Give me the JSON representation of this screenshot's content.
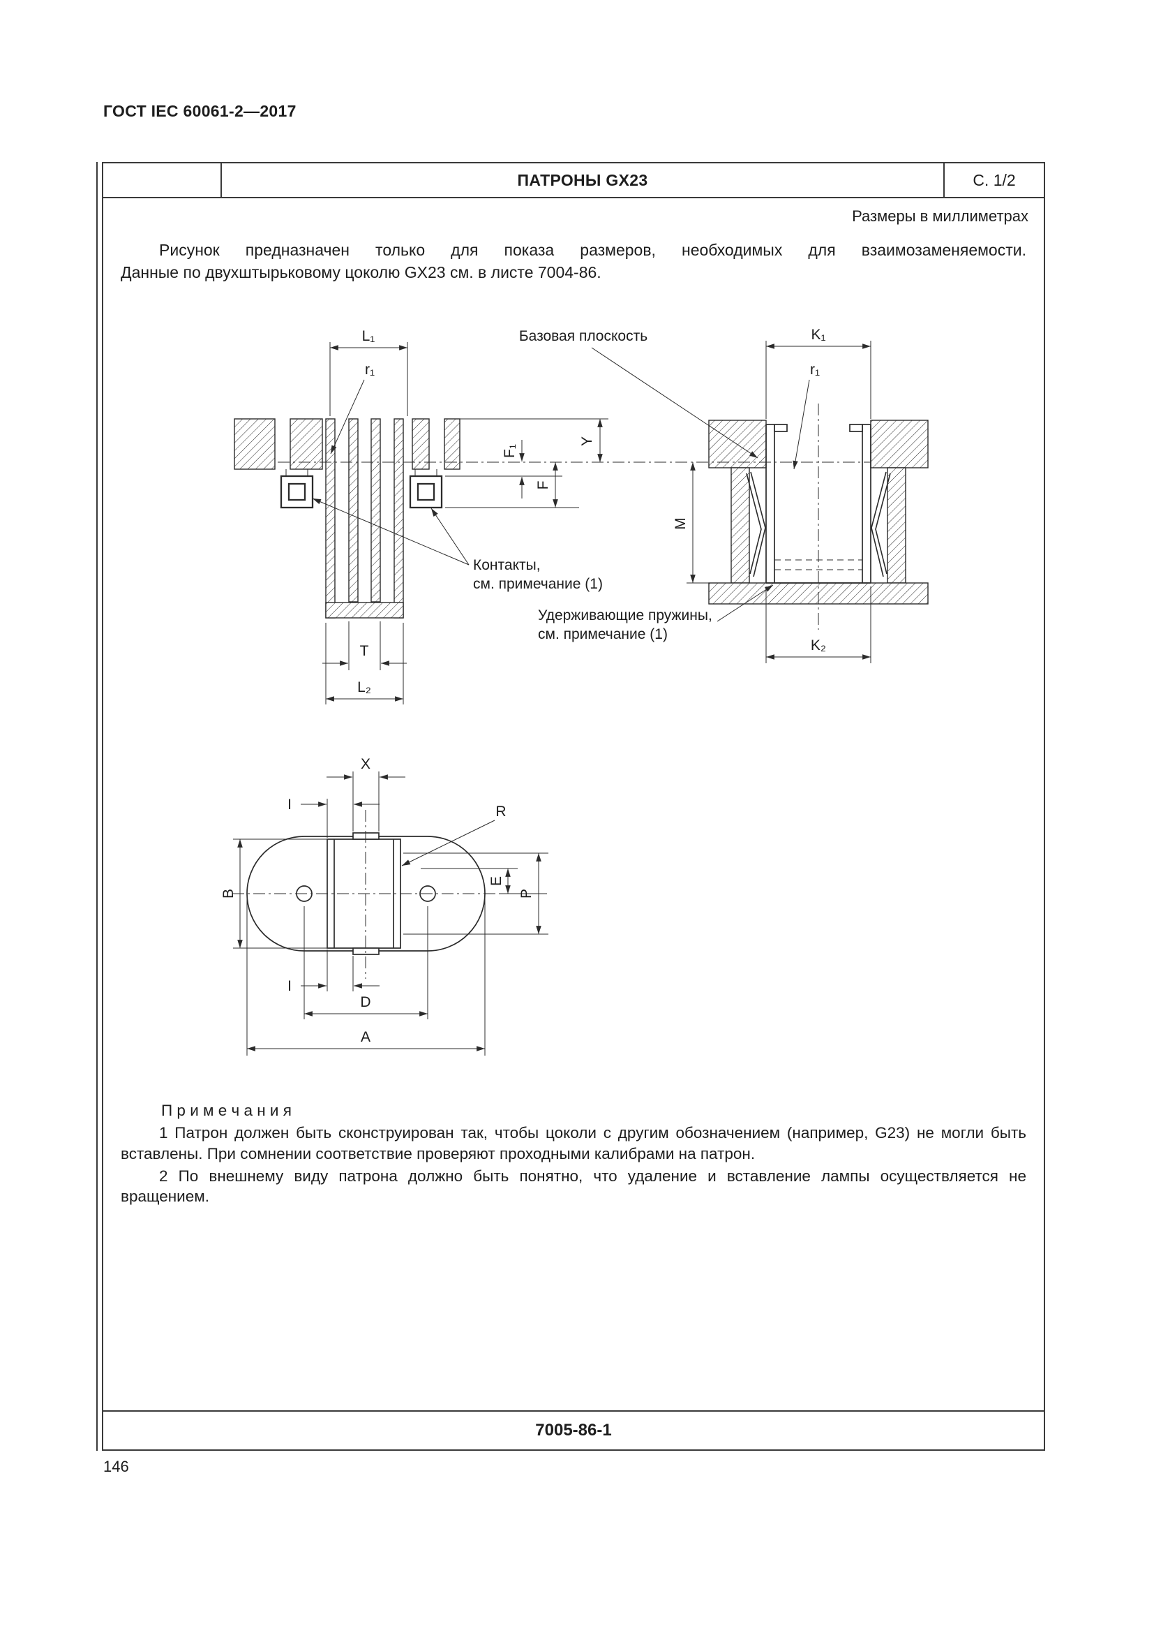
{
  "page": {
    "doc_number": "ГОСТ IEC 60061-2—2017",
    "page_number": "146"
  },
  "sheet": {
    "title": "ПАТРОНЫ GX23",
    "sheet_ref": "С. 1/2",
    "units_note": "Размеры в миллиметрах",
    "intro_line1": "Рисунок предназначен только для показа размеров, необходимых для взаимозаменяемости.",
    "intro_line2": "Данные по двухштырьковому цоколю GX23 см. в листе 7004-86.",
    "footer_ref": "7005-86-1"
  },
  "drawing": {
    "base_plane_label": "Базовая плоскость",
    "contacts_note_line1": "Контакты,",
    "contacts_note_line2": "см. примечание (1)",
    "springs_note_line1": "Удерживающие пружины,",
    "springs_note_line2": "см. примечание (1)",
    "dims": {
      "L1": "L₁",
      "L2": "L₂",
      "r1_left": "r₁",
      "r1_right": "r₁",
      "K1": "K₁",
      "K2": "K₂",
      "F1": "F₁",
      "F": "F",
      "Y": "Y",
      "M": "M",
      "T": "T",
      "X": "X",
      "I_top": "I",
      "I_bottom": "I",
      "R": "R",
      "B": "B",
      "E": "E",
      "P": "P",
      "D": "D",
      "A": "A"
    }
  },
  "notes": {
    "heading": "П р и м е ч а н и я",
    "note1": "1 Патрон должен быть сконструирован так, чтобы цоколи с другим обозначением (например, G23) не могли быть вставлены. При сомнении соответствие проверяют проходными калибрами на патрон.",
    "note2": "2 По внешнему виду патрона должно быть понятно, что удаление и вставление лампы осуществляется не вращением."
  }
}
